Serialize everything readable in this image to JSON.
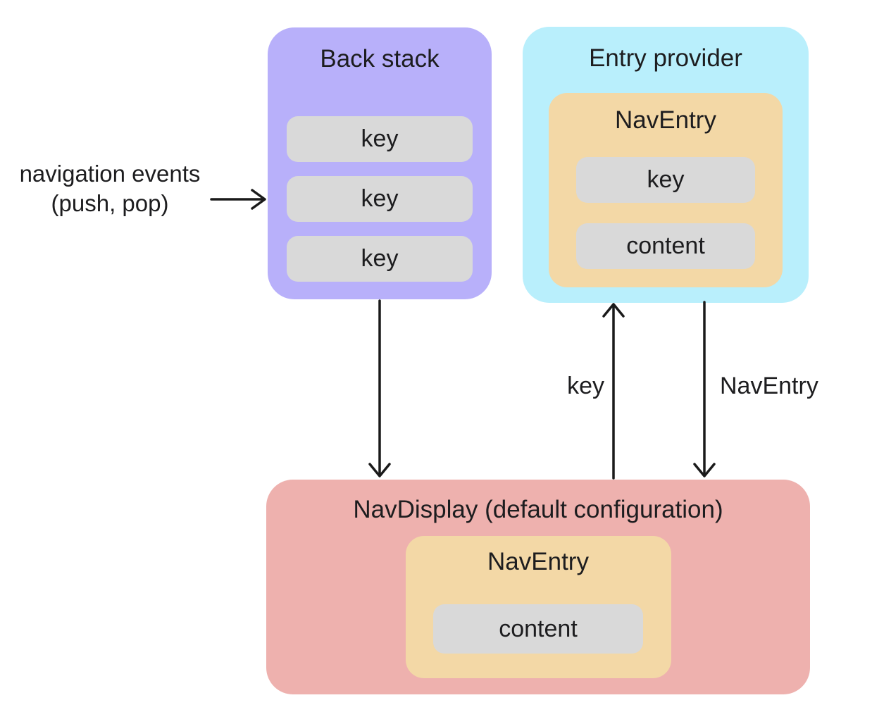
{
  "colors": {
    "canvas-bg": "#ffffff",
    "back-stack-bg": "#b8b0fa",
    "entry-provider-bg": "#b9effc",
    "nav-entry-bg": "#f3d8a6",
    "nav-display-bg": "#eeb1ae",
    "pill-bg": "#d9d9d9",
    "text": "#1d1d1f",
    "arrow": "#1a1a1a"
  },
  "back_stack": {
    "title": "Back stack",
    "keys": [
      "key",
      "key",
      "key"
    ]
  },
  "entry_provider": {
    "title": "Entry provider",
    "nav_entry": {
      "title": "NavEntry",
      "key": "key",
      "content": "content"
    }
  },
  "nav_display": {
    "title": "NavDisplay (default configuration)",
    "nav_entry": {
      "title": "NavEntry",
      "content": "content"
    }
  },
  "arrow_labels": {
    "input_line1": "navigation events",
    "input_line2": "(push, pop)",
    "key": "key",
    "nav_entry": "NavEntry"
  }
}
